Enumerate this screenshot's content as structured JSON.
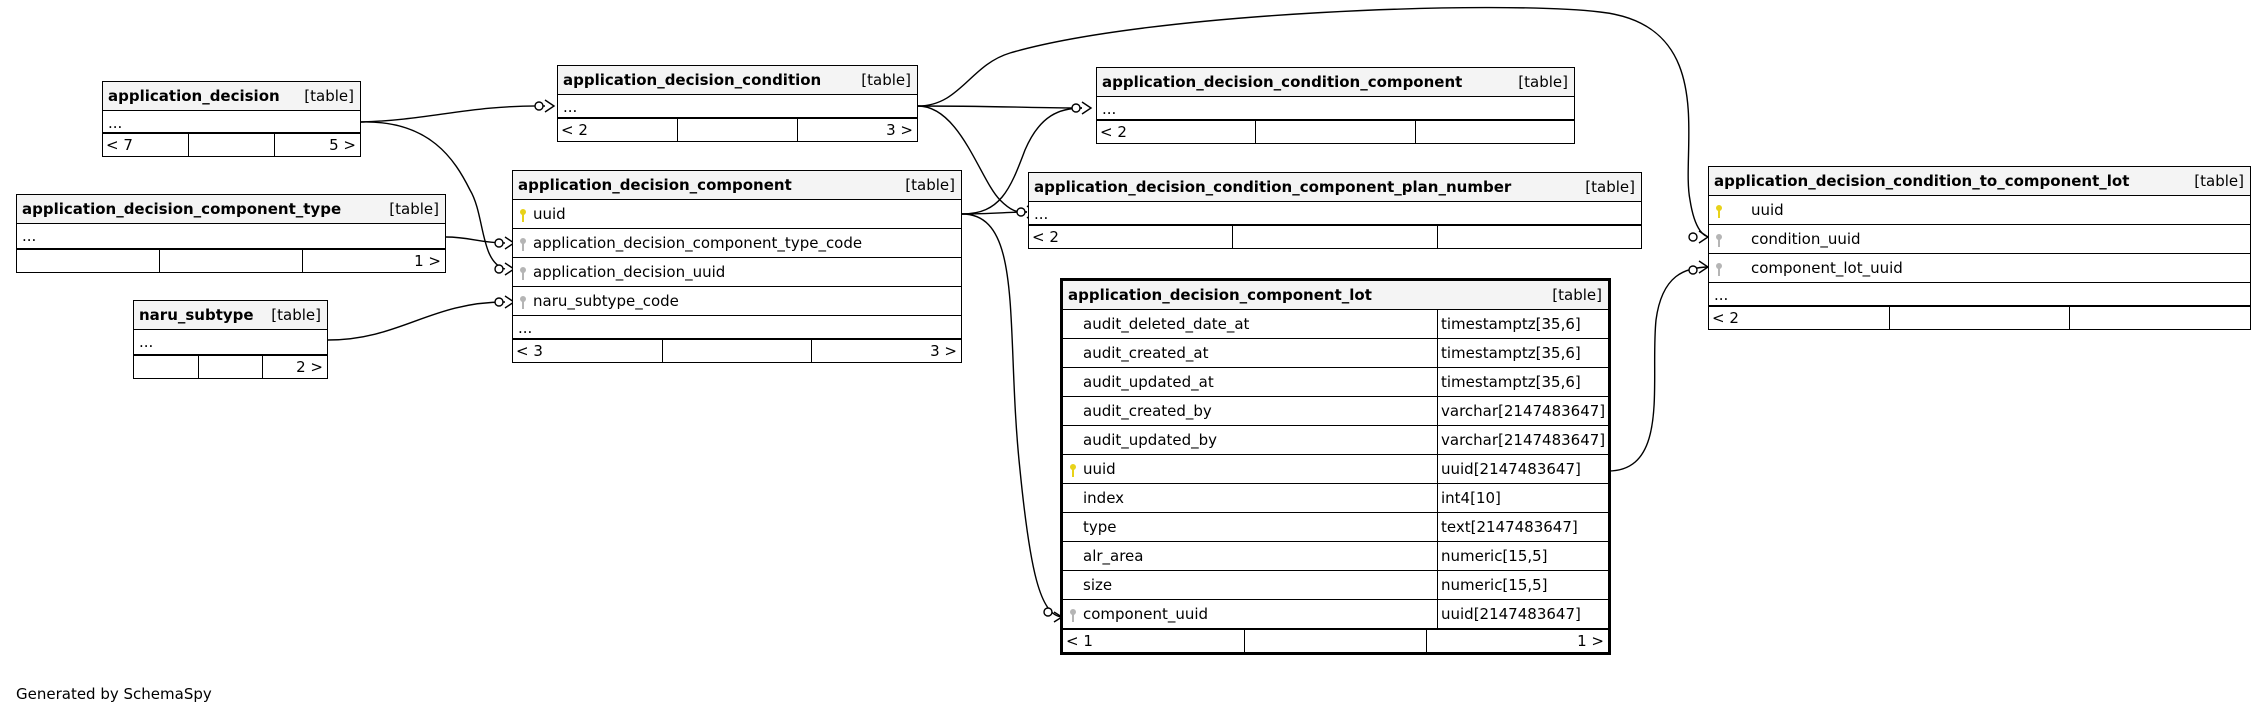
{
  "tables": {
    "application_decision": {
      "name": "application_decision",
      "kind": "[table]",
      "more": "...",
      "footer": [
        "< 7",
        "",
        "5 >"
      ]
    },
    "application_decision_component_type": {
      "name": "application_decision_component_type",
      "kind": "[table]",
      "more": "...",
      "footer": [
        "",
        "",
        "1 >"
      ]
    },
    "naru_subtype": {
      "name": "naru_subtype",
      "kind": "[table]",
      "more": "...",
      "footer": [
        "",
        "",
        "2 >"
      ]
    },
    "application_decision_condition": {
      "name": "application_decision_condition",
      "kind": "[table]",
      "more": "...",
      "footer": [
        "< 2",
        "",
        "3 >"
      ]
    },
    "application_decision_component": {
      "name": "application_decision_component",
      "kind": "[table]",
      "more": "...",
      "columns": [
        "uuid",
        "application_decision_component_type_code",
        "application_decision_uuid",
        "naru_subtype_code"
      ],
      "footer": [
        "< 3",
        "",
        "3 >"
      ]
    },
    "application_decision_condition_component": {
      "name": "application_decision_condition_component",
      "kind": "[table]",
      "more": "...",
      "footer": [
        "< 2",
        "",
        ""
      ]
    },
    "application_decision_condition_component_plan_number": {
      "name": "application_decision_condition_component_plan_number",
      "kind": "[table]",
      "more": "...",
      "footer": [
        "< 2",
        "",
        ""
      ]
    },
    "application_decision_component_lot": {
      "name": "application_decision_component_lot",
      "kind": "[table]",
      "columns": [
        {
          "name": "audit_deleted_date_at",
          "type": "timestamptz[35,6]"
        },
        {
          "name": "audit_created_at",
          "type": "timestamptz[35,6]"
        },
        {
          "name": "audit_updated_at",
          "type": "timestamptz[35,6]"
        },
        {
          "name": "audit_created_by",
          "type": "varchar[2147483647]"
        },
        {
          "name": "audit_updated_by",
          "type": "varchar[2147483647]"
        },
        {
          "name": "uuid",
          "type": "uuid[2147483647]"
        },
        {
          "name": "index",
          "type": "int4[10]"
        },
        {
          "name": "type",
          "type": "text[2147483647]"
        },
        {
          "name": "alr_area",
          "type": "numeric[15,5]"
        },
        {
          "name": "size",
          "type": "numeric[15,5]"
        },
        {
          "name": "component_uuid",
          "type": "uuid[2147483647]"
        }
      ],
      "footer": [
        "< 1",
        "",
        "1 >"
      ]
    },
    "application_decision_condition_to_component_lot": {
      "name": "application_decision_condition_to_component_lot",
      "kind": "[table]",
      "more": "...",
      "columns": [
        "uuid",
        "condition_uuid",
        "component_lot_uuid"
      ],
      "footer": [
        "< 2",
        "",
        ""
      ]
    }
  },
  "footer_text": "Generated by SchemaSpy",
  "colors": {
    "primary_key": "#e8d219",
    "foreign_key": "#b5b5b5",
    "header_bg": "#f4f4f4"
  }
}
